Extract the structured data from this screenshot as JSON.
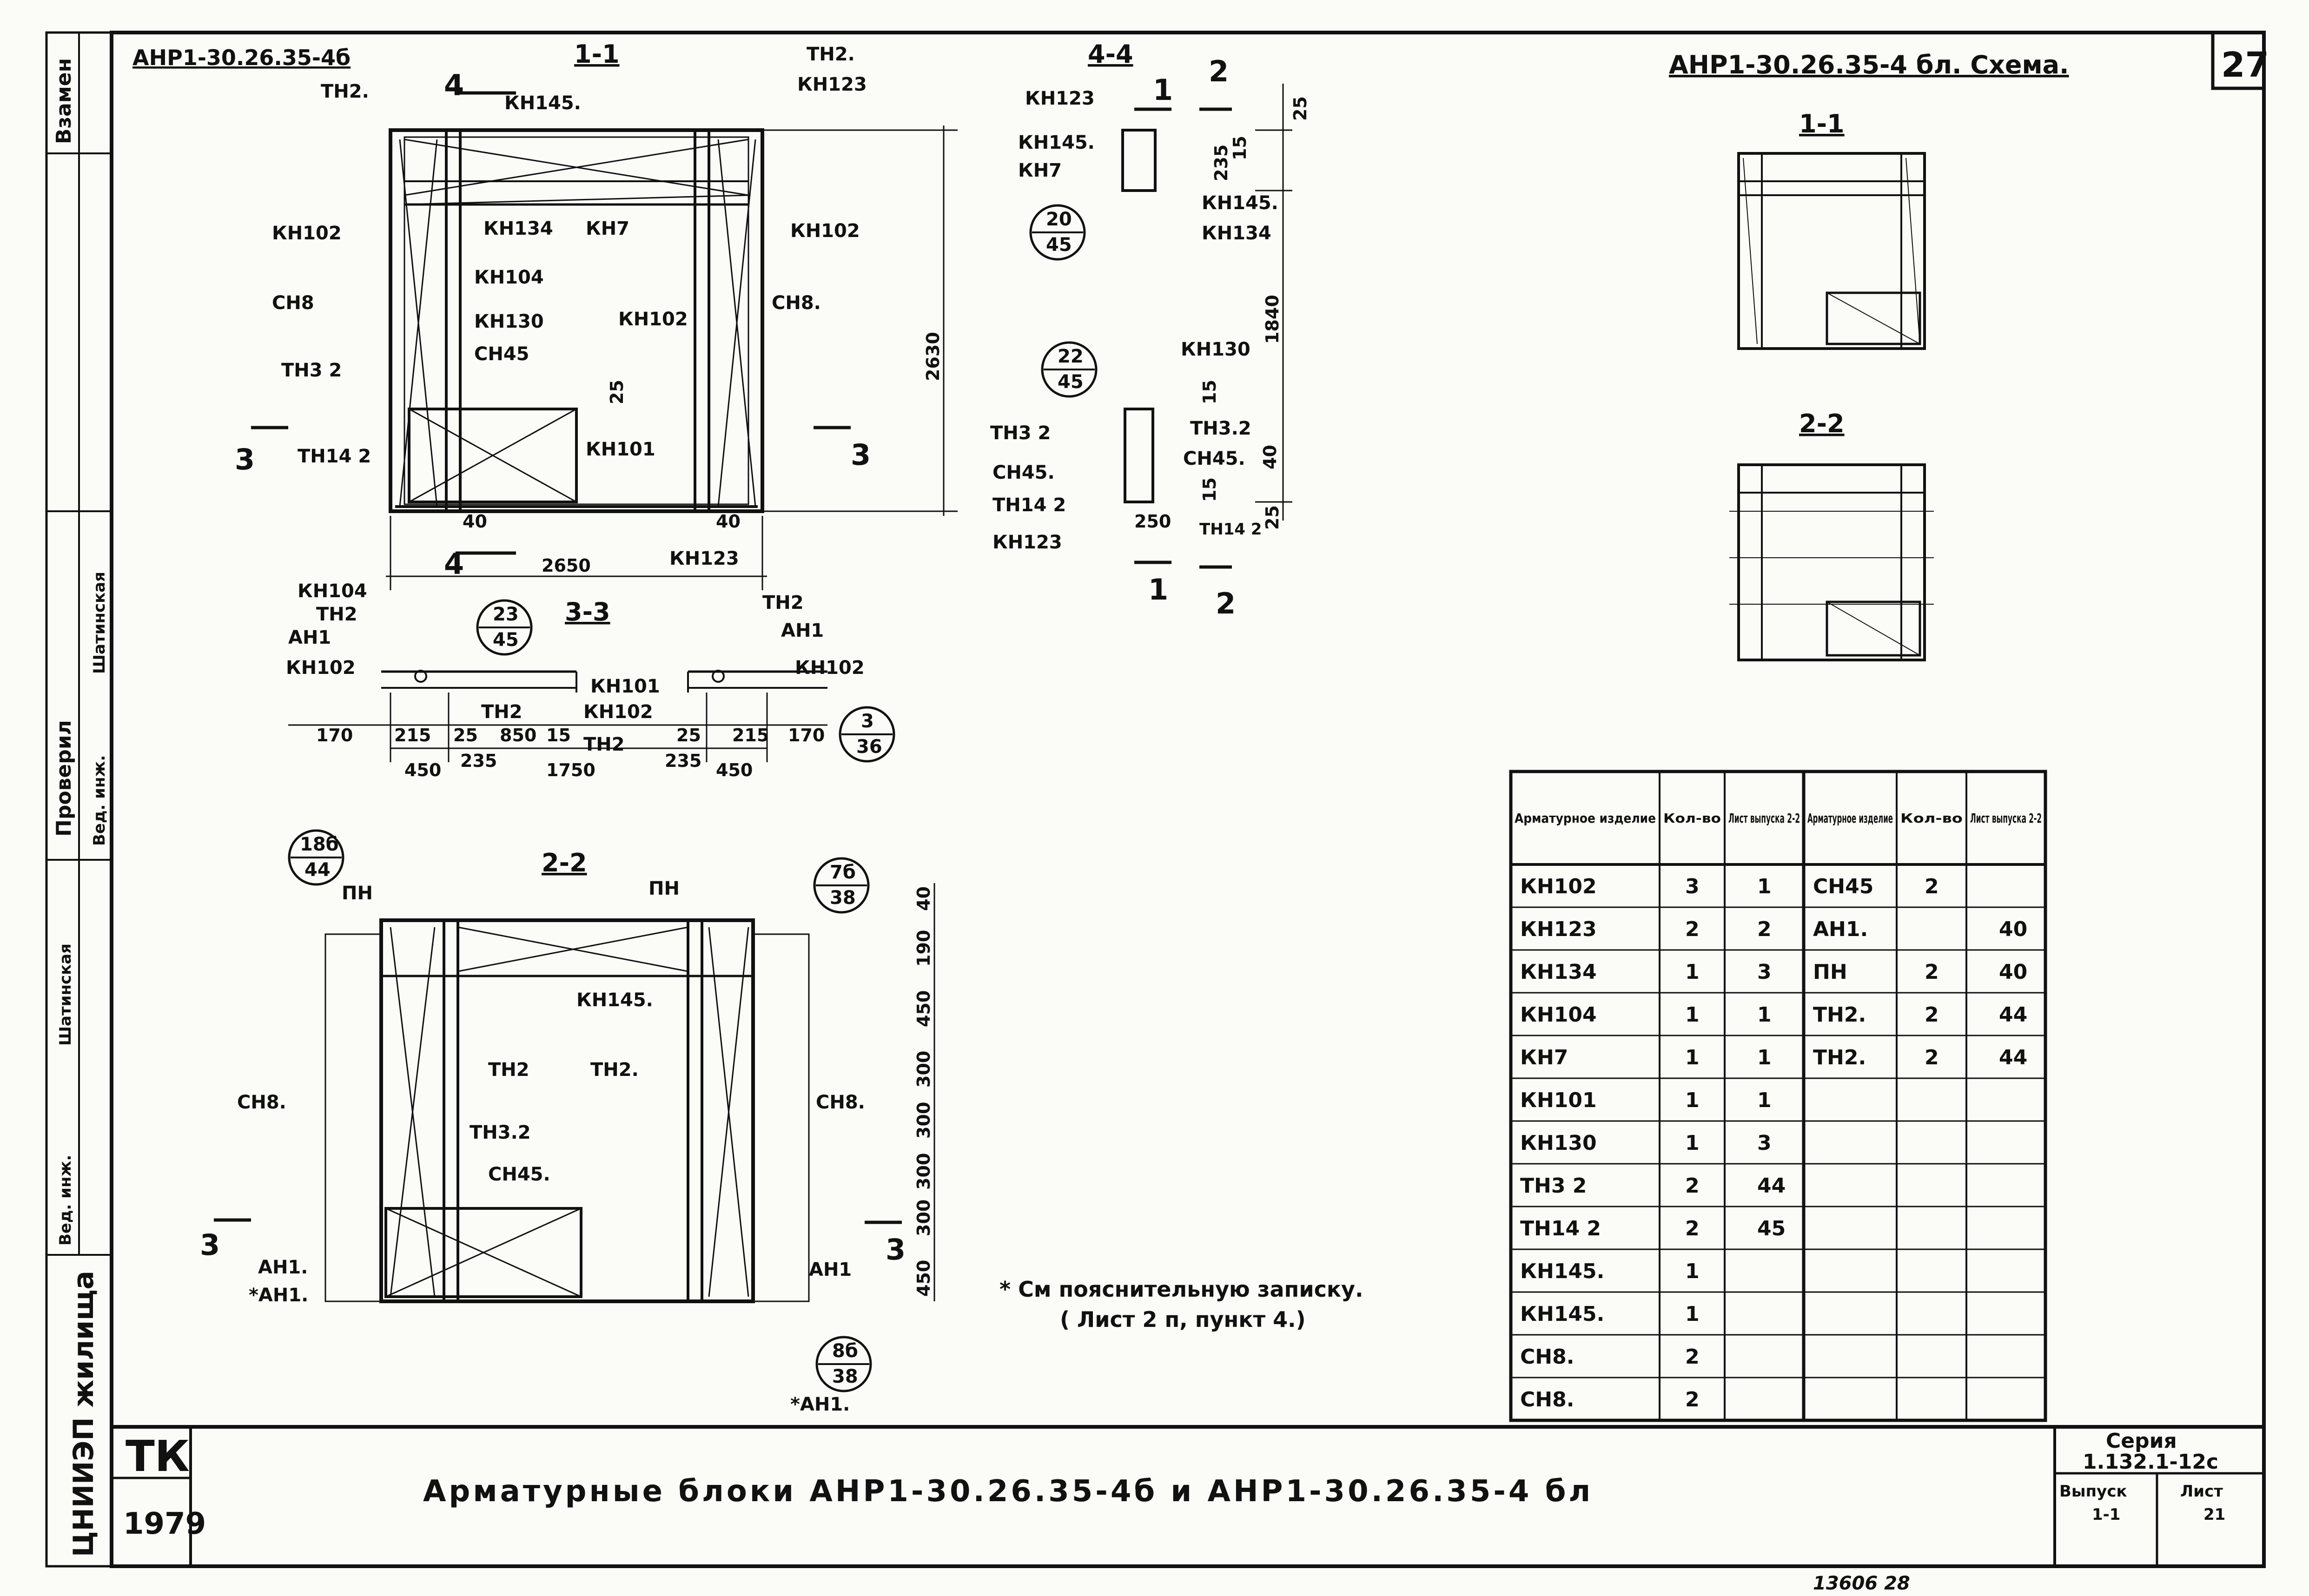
{
  "sheet": {
    "number": "27",
    "top_left_code": "АНР1-30.26.35-4б",
    "top_right_code": "АНР1-30.26.35-4 бл. Схема.",
    "bottom_title": "Арматурные блоки АНР1-30.26.35-4б и АНР1-30.26.35-4 бл",
    "org": "ЦНИИЭП жилища",
    "tk": "ТК",
    "year": "1979",
    "series_label": "Серия",
    "series_value": "1.132.1-12с",
    "issue_label": "Выпуск",
    "issue_value": "1-1",
    "list_label": "Лист",
    "list_value": "21",
    "footer_code": "13606 28",
    "note_line1": "* См пояснительную записку.",
    "note_line2": "( Лист 2 п, пункт 4.)"
  },
  "left_strip": {
    "vzamen": "Взамен",
    "proveril": "Проверил",
    "ved_inzh_1": "Вед. инж.",
    "name_1": "Шатинская",
    "ved_inzh_2": "Вед. инж.",
    "name_2": "Шатинская"
  },
  "section_titles": {
    "s11": "1-1",
    "s44": "4-4",
    "s33": "3-3",
    "s22": "2-2",
    "scheme_11": "1-1",
    "scheme_22": "2-2"
  },
  "callouts": {
    "c1": {
      "top": "20",
      "bottom": "45"
    },
    "c2": {
      "top": "22",
      "bottom": "45"
    },
    "c3": {
      "top": "23",
      "bottom": "45"
    },
    "c4": {
      "top": "3",
      "bottom": "36"
    },
    "c5": {
      "top": "18б",
      "bottom": "44"
    },
    "c6": {
      "top": "7б",
      "bottom": "38"
    },
    "c7": {
      "top": "8б",
      "bottom": "38"
    }
  },
  "labels": {
    "v11": [
      "ТН2.",
      "КН145.",
      "ТН2.",
      "КН123",
      "КН102",
      "КН134",
      "КН7",
      "КН102",
      "КН104",
      "СН8",
      "КН130",
      "КН102",
      "СН8.",
      "ТН3 2",
      "СН45",
      "ТН14 2",
      "КН101",
      "КН123"
    ],
    "v44": [
      "КН123",
      "КН145.",
      "КН7",
      "КН145.",
      "КН134",
      "КН130",
      "ТН3 2",
      "ТН3.2",
      "СН45.",
      "СН45.",
      "ТН14 2",
      "ТН14 2",
      "КН123"
    ],
    "v33": [
      "КН104",
      "ТН2",
      "АН1",
      "КН102",
      "ТН2",
      "ТН2",
      "АН1",
      "КН102",
      "КН101",
      "КН102",
      "ТН2"
    ],
    "v22": [
      "ПН",
      "ПН",
      "КН145.",
      "ТН2",
      "ТН2.",
      "СН8.",
      "СН8.",
      "ТН3.2",
      "СН45.",
      "АН1.",
      "*АН1.",
      "АН1",
      "*АН1."
    ]
  },
  "dims": {
    "v11": [
      "25",
      "2630",
      "40",
      "40",
      "2650"
    ],
    "v44": [
      "25",
      "235",
      "15",
      "1840",
      "15",
      "40",
      "15",
      "250",
      "25"
    ],
    "v33": [
      "170",
      "215",
      "25",
      "850",
      "15",
      "25",
      "215",
      "170",
      "450",
      "235",
      "1750",
      "235",
      "450"
    ],
    "v22": [
      "40",
      "190",
      "450",
      "300",
      "300",
      "300",
      "300",
      "450"
    ],
    "cut_marks": [
      "4",
      "4",
      "3",
      "3",
      "1",
      "2",
      "1",
      "2",
      "3",
      "3"
    ]
  },
  "table": {
    "headers": [
      "Арматурное изделие",
      "Кол-во",
      "Лист выпуска 2-2",
      "Арматурное изделие",
      "Кол-во",
      "Лист выпуска 2-2"
    ],
    "rows": [
      [
        "КН102",
        "3",
        "1",
        "СН45",
        "2",
        ""
      ],
      [
        "КН123",
        "2",
        "2",
        "АН1.",
        "",
        "40"
      ],
      [
        "КН134",
        "1",
        "3",
        "ПН",
        "2",
        "40"
      ],
      [
        "КН104",
        "1",
        "1",
        "ТН2.",
        "2",
        "44"
      ],
      [
        "КН7",
        "1",
        "1",
        "ТН2.",
        "2",
        "44"
      ],
      [
        "КН101",
        "1",
        "1",
        "",
        "",
        ""
      ],
      [
        "КН130",
        "1",
        "3",
        "",
        "",
        ""
      ],
      [
        "ТН3 2",
        "2",
        "44",
        "",
        "",
        ""
      ],
      [
        "ТН14 2",
        "2",
        "45",
        "",
        "",
        ""
      ],
      [
        "КН145.",
        "1",
        "",
        "",
        "",
        ""
      ],
      [
        "КН145.",
        "1",
        "",
        "",
        "",
        ""
      ],
      [
        "СН8.",
        "2",
        "",
        "",
        "",
        ""
      ],
      [
        "СН8.",
        "2",
        "",
        "",
        "",
        ""
      ]
    ]
  }
}
